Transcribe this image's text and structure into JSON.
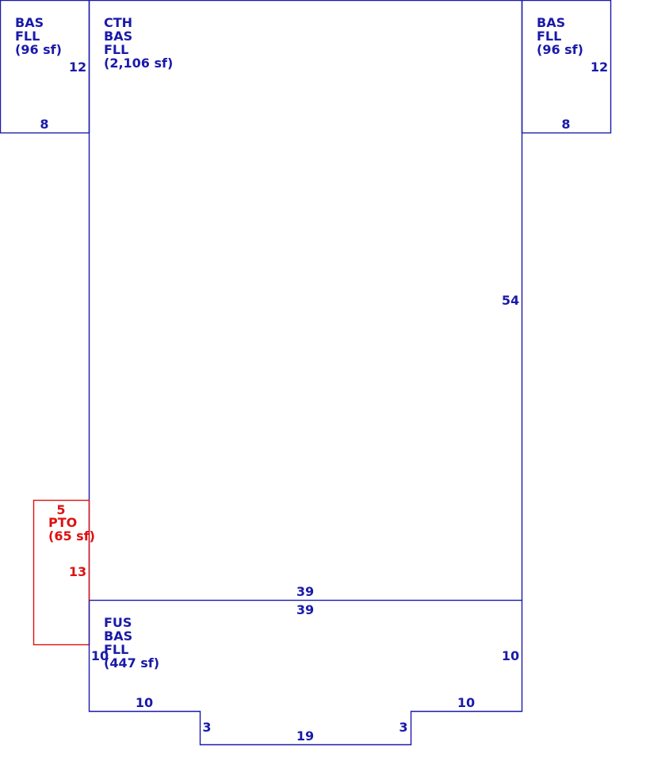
{
  "areas": {
    "bas_left": {
      "lines": [
        "BAS",
        "FLL",
        "(96 sf)"
      ],
      "color": "#1a1aaa"
    },
    "main": {
      "lines": [
        "CTH",
        "BAS",
        "FLL",
        "(2,106 sf)"
      ],
      "color": "#1a1aaa"
    },
    "bas_right": {
      "lines": [
        "BAS",
        "FLL",
        "(96 sf)"
      ],
      "color": "#1a1aaa"
    },
    "patio": {
      "lines": [
        "PTO",
        "(65 sf)"
      ],
      "color": "#dd1111"
    },
    "fus": {
      "lines": [
        "FUS",
        "BAS",
        "FLL",
        "(447 sf)"
      ],
      "color": "#1a1aaa"
    }
  },
  "dimensions": {
    "bas_left_height": "12",
    "bas_left_width": "8",
    "bas_right_height": "12",
    "bas_right_width": "8",
    "main_height": "54",
    "main_width": "39",
    "fus_top_width": "39",
    "fus_left_height": "10",
    "fus_right_height": "10",
    "fus_bottom_left": "10",
    "fus_bottom_right": "10",
    "fus_step_left": "3",
    "fus_step_right": "3",
    "fus_bottom_center": "19",
    "patio_width": "5",
    "patio_height": "13"
  }
}
